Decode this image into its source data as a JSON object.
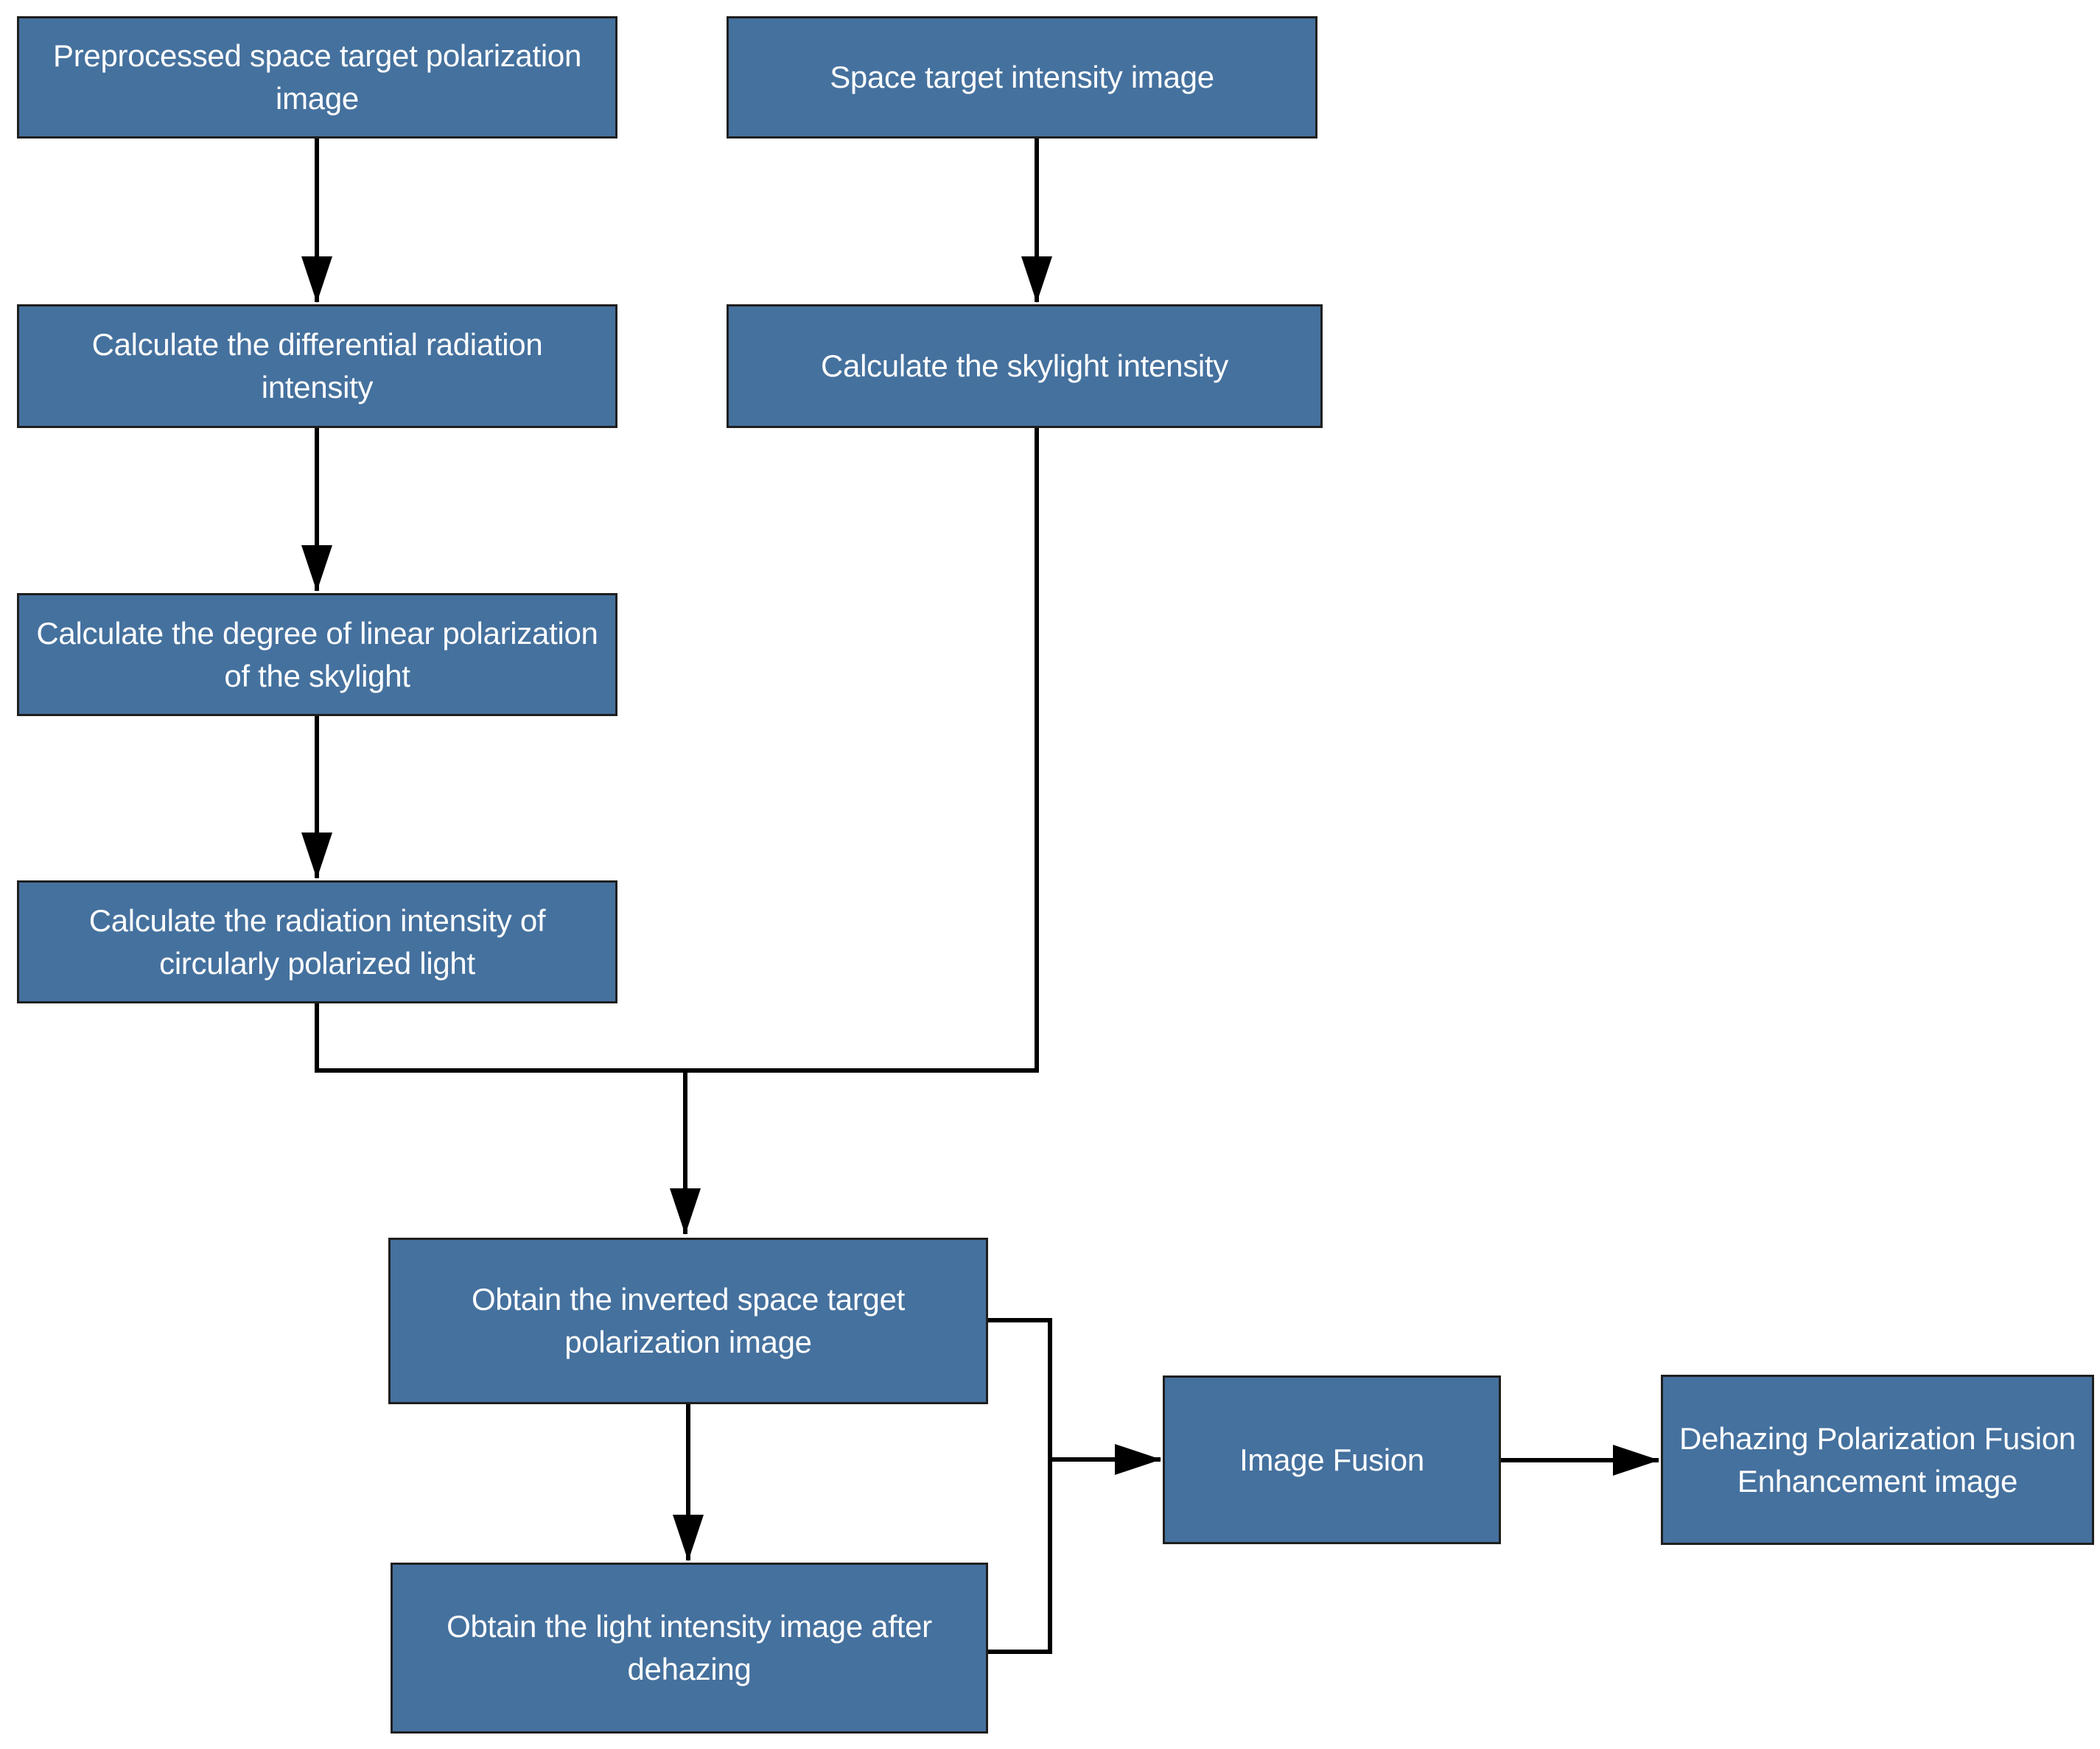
{
  "colors": {
    "background": "#ffffff",
    "box_fill": "#45719E",
    "box_border": "#1f1f1f",
    "arrow": "#000000",
    "text": "#ffffff"
  },
  "nodes": {
    "preprocessed": {
      "label": "Preprocessed space target polarization image"
    },
    "intensity": {
      "label": "Space target intensity image"
    },
    "differential": {
      "label": "Calculate the differential radiation intensity"
    },
    "skylight": {
      "label": "Calculate the skylight intensity"
    },
    "dolp": {
      "label": "Calculate the degree of linear polarization of the skylight"
    },
    "circular": {
      "label": "Calculate the radiation intensity of circularly polarized light"
    },
    "inverted": {
      "label": "Obtain the inverted space target polarization image"
    },
    "dehazed": {
      "label": "Obtain the light intensity image after dehazing"
    },
    "fusion": {
      "label": "Image Fusion"
    },
    "final": {
      "label": "Dehazing Polarization Fusion Enhancement image"
    }
  }
}
